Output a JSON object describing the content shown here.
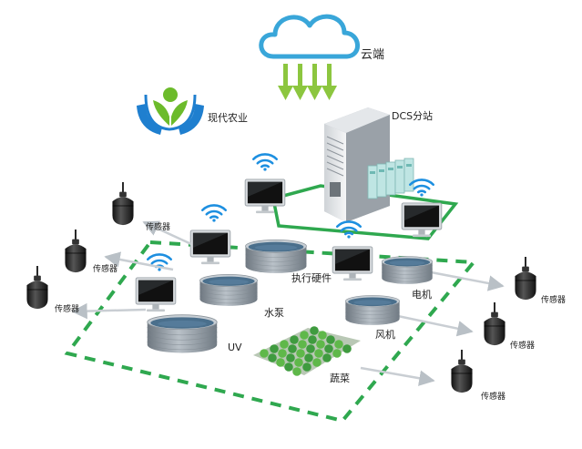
{
  "labels": {
    "cloud": "云端",
    "logo": "现代农业",
    "dcs": "DCS分站",
    "actuator": "执行硬件",
    "motor": "电机",
    "pump": "水泵",
    "fan": "风机",
    "uv": "UV",
    "vegetables": "蔬菜",
    "sensor": "传感器"
  },
  "colors": {
    "accent_green": "#2fa84f",
    "cloud_blue": "#39a6d9",
    "wifi_blue": "#1d8fe0",
    "arrow_green": "#8cc63f",
    "tank_gray": "#8c959e",
    "water": "#4a6f8c"
  },
  "icons": [
    "cloud-icon",
    "logo-icon",
    "server-icon",
    "module-rack-icon",
    "monitor-icon",
    "wifi-icon",
    "sensor-icon",
    "tank-icon",
    "plant-bed-icon"
  ]
}
